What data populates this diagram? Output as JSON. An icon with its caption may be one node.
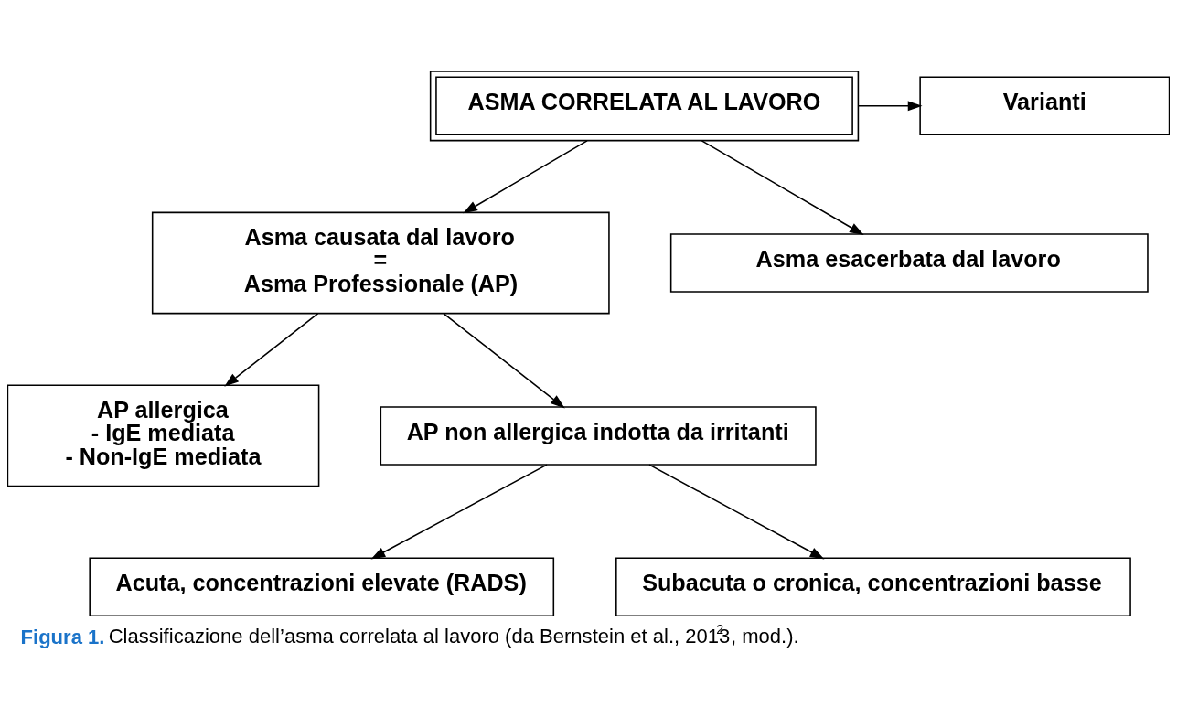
{
  "diagram": {
    "caption": "**Figura 1.** Classificazione dell’asma correlata al lavoro (da Bernstein et al., 2013 $^{2}$, mod.).",
    "nodes": [
      {
        "text": [
          "ASMA CORRELATA AL LAVORO"
        ]
      },
      {
        "text": [
          "Varianti"
        ]
      },
      {
        "text": [
          "Asma causata dal lavoro",
          "=",
          "Asma Professionale (AP)"
        ]
      },
      {
        "text": [
          "Asma esacerbata dal lavoro"
        ]
      },
      {
        "text": [
          "AP allergica",
          "- IgE mediata",
          "- Non-IgE mediata"
        ]
      },
      {
        "text": [
          "AP non allergica indotta da irritanti"
        ]
      },
      {
        "text": [
          "Acuta, concentrazioni elevate (RADS)"
        ]
      },
      {
        "text": [
          "Subacuta o cronica, concentrazioni basse"
        ]
      }
    ],
    "edges": [
      {
        "from": 0,
        "to": 1,
        "arrow": "to"
      },
      {
        "from": 0,
        "to": 2,
        "arrow": "to"
      },
      {
        "from": 0,
        "to": 3,
        "arrow": "to"
      },
      {
        "from": 2,
        "to": 4,
        "arrow": "to"
      },
      {
        "from": 2,
        "to": 5,
        "arrow": "to"
      },
      {
        "from": 5,
        "to": 6,
        "arrow": "to"
      },
      {
        "from": 5,
        "to": 7,
        "arrow": "to"
      }
    ]
  }
}
